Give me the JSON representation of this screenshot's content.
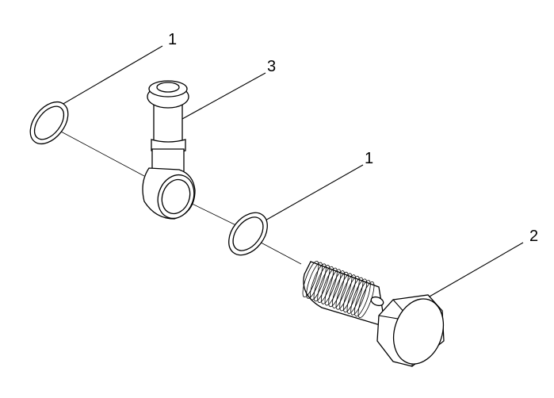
{
  "callouts": [
    {
      "id": "c1a",
      "label": "1"
    },
    {
      "id": "c3",
      "label": "3"
    },
    {
      "id": "c1b",
      "label": "1"
    },
    {
      "id": "c2",
      "label": "2"
    }
  ],
  "colors": {
    "line": "#000000",
    "background": "#ffffff"
  }
}
